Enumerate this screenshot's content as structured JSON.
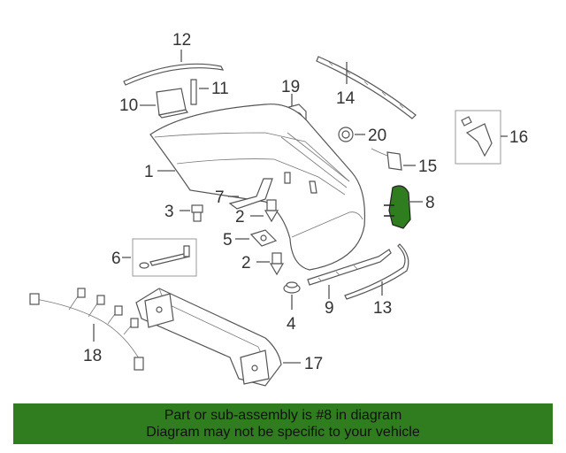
{
  "diagram": {
    "callouts": {
      "c1": "1",
      "c2a": "2",
      "c2b": "2",
      "c3": "3",
      "c4": "4",
      "c5": "5",
      "c6": "6",
      "c7": "7",
      "c8": "8",
      "c9": "9",
      "c10": "10",
      "c11": "11",
      "c12": "12",
      "c13": "13",
      "c14": "14",
      "c15": "15",
      "c16": "16",
      "c17": "17",
      "c18": "18",
      "c19": "19",
      "c20": "20"
    },
    "highlight_part": "8",
    "highlight_color": "#2f7d1f"
  },
  "banner": {
    "line1": "Part or sub-assembly is #8 in diagram",
    "line2": "Diagram may not be specific to your vehicle",
    "background": "#2f7d1f"
  }
}
